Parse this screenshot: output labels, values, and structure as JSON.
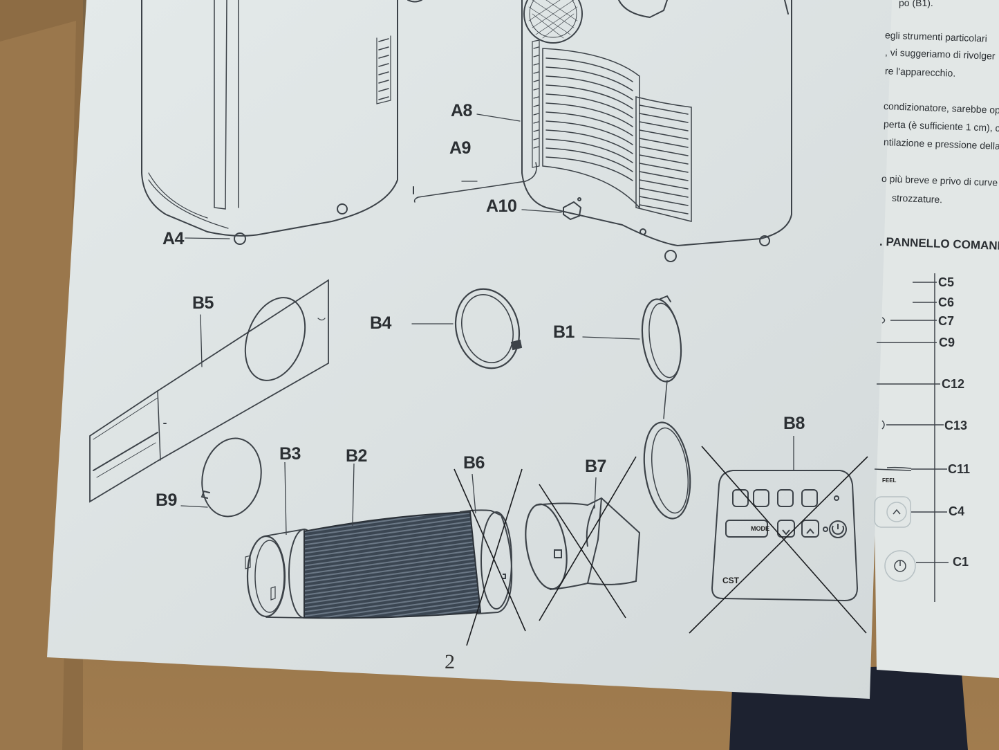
{
  "diagram": {
    "labels": {
      "A4": "A4",
      "A8": "A8",
      "A9": "A9",
      "A10": "A10",
      "B1": "B1",
      "B2": "B2",
      "B3": "B3",
      "B4": "B4",
      "B5": "B5",
      "B6": "B6",
      "B7": "B7",
      "B8": "B8",
      "B9": "B9"
    },
    "page_number": "2",
    "remote_panel": {
      "mode_label": "MODE",
      "brand": "CST"
    }
  },
  "right_page": {
    "text_lines": [
      "po (B1).",
      "egli strumenti particolari",
      ", vi suggeriamo di rivolger",
      "re l'apparecchio.",
      "condizionatore, sarebbe op",
      "perta (è sufficiente 1 cm), c",
      "ntilazione e pressione della",
      "o più breve e privo di curve p",
      "strozzature."
    ],
    "heading": ". PANNELLO COMANDI",
    "control_labels": [
      "C5",
      "C6",
      "C7",
      "C9",
      "C12",
      "C13",
      "C11",
      "C4",
      "C1"
    ],
    "feel_label": "FEEL"
  },
  "colors": {
    "paper": "#dfe5e5",
    "ink": "#2b2f33",
    "cardboard": "#8a6a44",
    "hose": "#3a4450"
  }
}
